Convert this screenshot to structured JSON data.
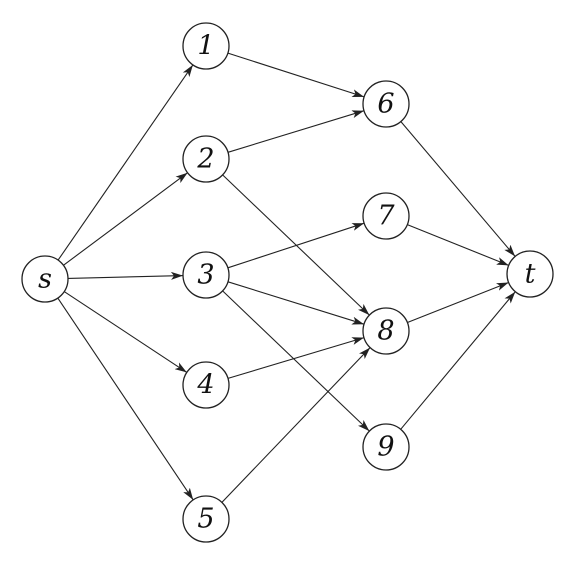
{
  "nodes": [
    {
      "id": "s",
      "label": "s"
    },
    {
      "id": "1",
      "label": "1"
    },
    {
      "id": "2",
      "label": "2"
    },
    {
      "id": "3",
      "label": "3"
    },
    {
      "id": "4",
      "label": "4"
    },
    {
      "id": "5",
      "label": "5"
    },
    {
      "id": "6",
      "label": "6"
    },
    {
      "id": "7",
      "label": "7"
    },
    {
      "id": "8",
      "label": "8"
    },
    {
      "id": "9",
      "label": "9"
    },
    {
      "id": "t",
      "label": "t"
    }
  ],
  "edges": [
    {
      "from": "s",
      "to": "1"
    },
    {
      "from": "s",
      "to": "2"
    },
    {
      "from": "s",
      "to": "3"
    },
    {
      "from": "s",
      "to": "4"
    },
    {
      "from": "s",
      "to": "5"
    },
    {
      "from": "1",
      "to": "6"
    },
    {
      "from": "2",
      "to": "6"
    },
    {
      "from": "2",
      "to": "8"
    },
    {
      "from": "3",
      "to": "7"
    },
    {
      "from": "3",
      "to": "8"
    },
    {
      "from": "3",
      "to": "9"
    },
    {
      "from": "4",
      "to": "8"
    },
    {
      "from": "5",
      "to": "8"
    },
    {
      "from": "6",
      "to": "t"
    },
    {
      "from": "7",
      "to": "t"
    },
    {
      "from": "8",
      "to": "t"
    },
    {
      "from": "9",
      "to": "t"
    }
  ],
  "colors": {
    "stroke": "#222222",
    "background": "#ffffff"
  }
}
